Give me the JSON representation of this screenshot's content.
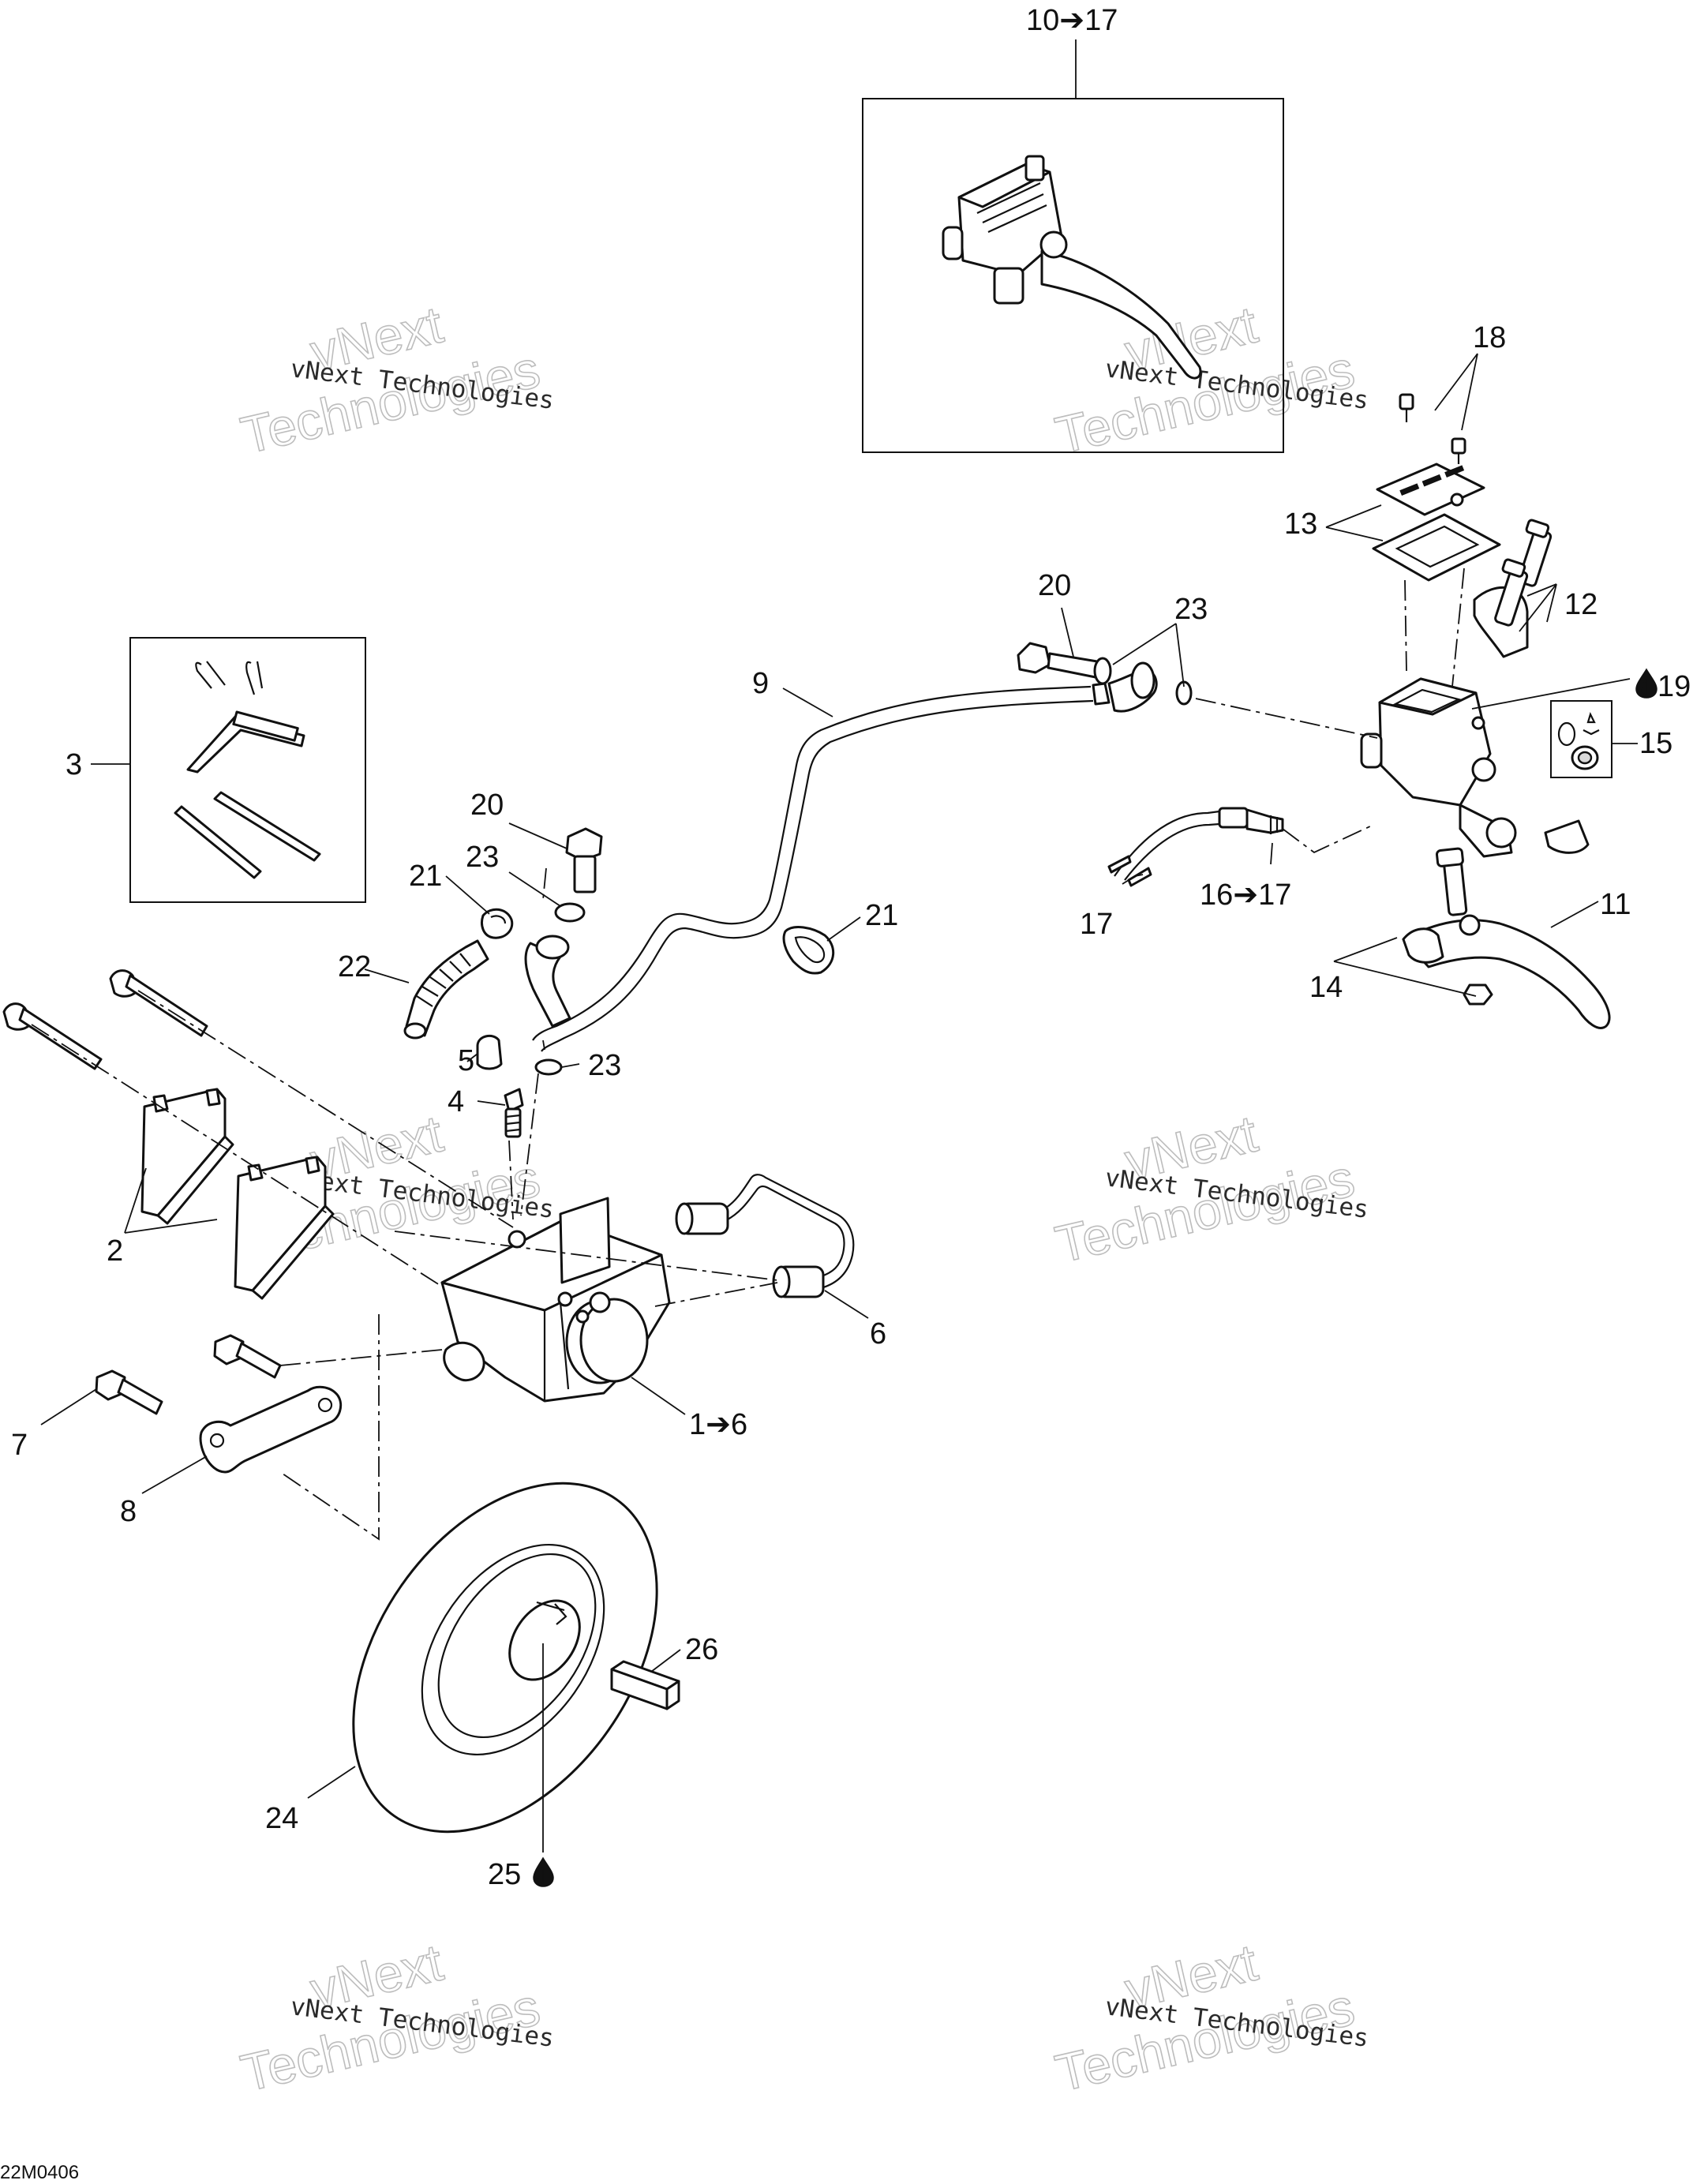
{
  "labels": {
    "l10_17": "10➔17",
    "l18": "18",
    "l13": "13",
    "l12": "12",
    "l19": "19",
    "l15": "15",
    "l20_top": "20",
    "l23_top": "23",
    "l9": "9",
    "l3": "3",
    "l20_mid": "20",
    "l21_left": "21",
    "l23_mid": "23",
    "l21_right": "21",
    "l22": "22",
    "l5": "5",
    "l23_low": "23",
    "l4": "4",
    "l16_17": "16➔17",
    "l17": "17",
    "l11": "11",
    "l14": "14",
    "l2": "2",
    "l6": "6",
    "l1_6": "1➔6",
    "l7": "7",
    "l8": "8",
    "l26": "26",
    "l24": "24",
    "l25": "25"
  },
  "watermark": {
    "line1": "vNext Technologies",
    "ghost_top": "vNext",
    "ghost_bottom": "Technologies"
  },
  "drawing_code": "22M0406",
  "icons": [
    "oil-drop-icon",
    "arrow-right-icon"
  ]
}
